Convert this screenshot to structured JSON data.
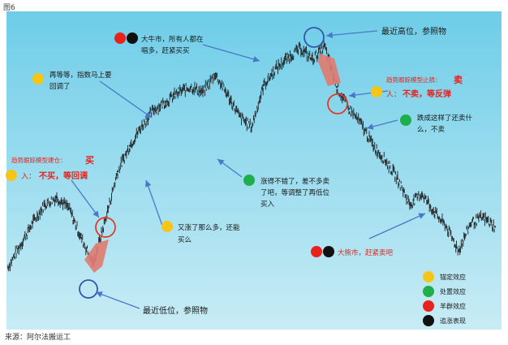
{
  "figure_label": "图6",
  "source": "来源：阿尔法搬运工",
  "colors": {
    "background_top": "#6ecde8",
    "background_bottom": "#c8ecf5",
    "price_tick": "#2a2f33",
    "arrow_line": "#4a78c8",
    "circle_outline": "#3355aa",
    "circle_red": "#e23a2a",
    "big_arrow": "#e07a70",
    "yellow_dot": "#f5c518",
    "green_dot": "#1fae4b",
    "red_dot": "#e8221b",
    "black_dot": "#111111",
    "emphasis_red": "#e8221b"
  },
  "annotations": {
    "wait_wait": {
      "line1": "再等等，指数马上要",
      "line2": "回调了"
    },
    "bull_market": {
      "line1": "大牛市，所有人都在",
      "line2": "唱多，赶紧买买"
    },
    "recent_high": "最近高位，参照物",
    "trend_buy": {
      "line1": "趋势跟踪模型建仓：",
      "big": "买",
      "line2a": "入：",
      "line2b": "不买，等回调"
    },
    "risen_so_much": {
      "line1": "又涨了那么多，还能",
      "line2": "买么"
    },
    "risen_enough": {
      "line1": "涨得不错了，差不多卖",
      "line2": "了吧，等调整了再低位",
      "line3": "买入"
    },
    "trend_sell": {
      "line1": "趋势跟踪模型止损：",
      "big": "卖",
      "line2a": "人：",
      "line2b": "不卖，等反弹"
    },
    "fallen_so_far": {
      "line1": "跌成这样了还卖什",
      "line2": "么，不卖"
    },
    "bear_market": "大熊市，赶紧卖吧",
    "recent_low": "最近低位，参照物"
  },
  "legend": [
    {
      "color": "yellow",
      "label": "锚定效应"
    },
    {
      "color": "green",
      "label": "处置效应"
    },
    {
      "color": "red",
      "label": "羊群效应"
    },
    {
      "color": "black",
      "label": "追涨表现"
    }
  ],
  "chart_data": {
    "type": "line",
    "title": "",
    "xlabel": "",
    "ylabel": "",
    "axes_visible": false,
    "grid": false,
    "x": [
      0,
      1,
      2,
      3,
      4,
      5,
      6,
      7,
      8,
      9,
      10,
      11,
      12,
      13,
      14,
      15,
      16,
      17,
      18,
      19,
      20,
      21,
      22,
      23,
      24,
      25,
      26,
      27,
      28,
      29,
      30,
      31,
      32,
      33,
      34,
      35,
      36,
      37,
      38,
      39,
      40
    ],
    "series": [
      {
        "values": [
          18,
          30,
          42,
          52,
          56,
          50,
          34,
          20,
          44,
          70,
          84,
          95,
          104,
          108,
          113,
          116,
          113,
          123,
          112,
          100,
          94,
          117,
          126,
          132,
          137,
          131,
          138,
          116,
          104,
          96,
          84,
          76,
          66,
          52,
          58,
          48,
          40,
          27,
          42,
          45,
          40
        ]
      }
    ],
    "ylim": [
      0,
      150
    ]
  }
}
